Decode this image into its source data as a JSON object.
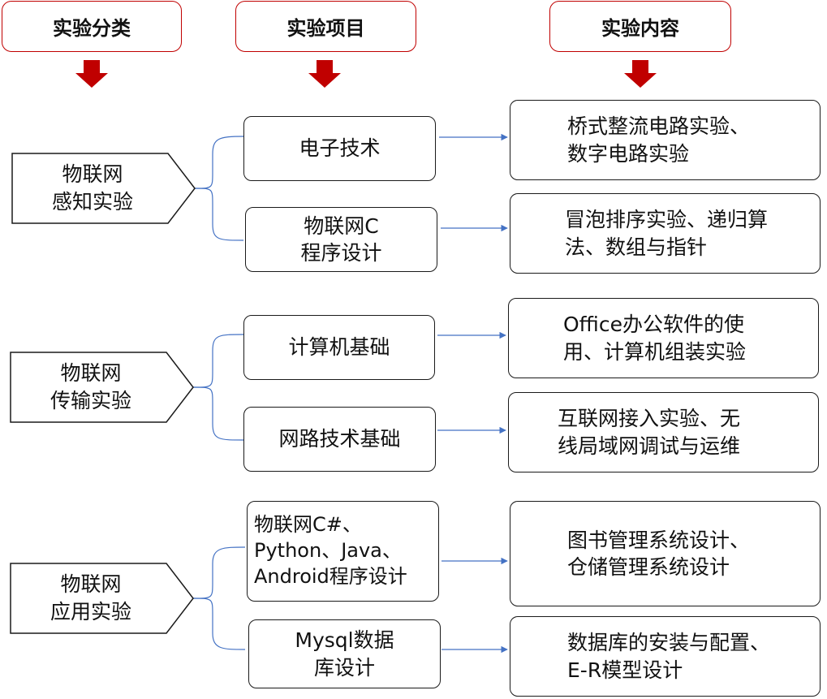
{
  "headers": {
    "category": "实验分类",
    "project": "实验项目",
    "content": "实验内容"
  },
  "colors": {
    "header_border": "#c00000",
    "arrow": "#c00000",
    "connector": "#4472c4",
    "box_border": "#1a1a1a"
  },
  "groups": [
    {
      "category": [
        "物联网",
        "感知实验"
      ],
      "items": [
        {
          "project": [
            "电子技术"
          ],
          "content": [
            "桥式整流电路实验、",
            "数字电路实验"
          ]
        },
        {
          "project": [
            "物联网C",
            "程序设计"
          ],
          "content": [
            "冒泡排序实验、递归算",
            "法、数组与指针"
          ]
        }
      ]
    },
    {
      "category": [
        "物联网",
        "传输实验"
      ],
      "items": [
        {
          "project": [
            "计算机基础"
          ],
          "content": [
            "Office办公软件的使",
            "用、计算机组装实验"
          ]
        },
        {
          "project": [
            "网路技术基础"
          ],
          "content": [
            "互联网接入实验、无",
            "线局域网调试与运维"
          ]
        }
      ]
    },
    {
      "category": [
        "物联网",
        "应用实验"
      ],
      "items": [
        {
          "project": [
            "物联网C#、",
            "Python、Java、",
            "Android程序设计"
          ],
          "content": [
            "图书管理系统设计、",
            "仓储管理系统设计"
          ]
        },
        {
          "project": [
            "Mysql数据",
            "库设计"
          ],
          "content": [
            "数据库的安装与配置、",
            "E-R模型设计"
          ]
        }
      ]
    }
  ]
}
